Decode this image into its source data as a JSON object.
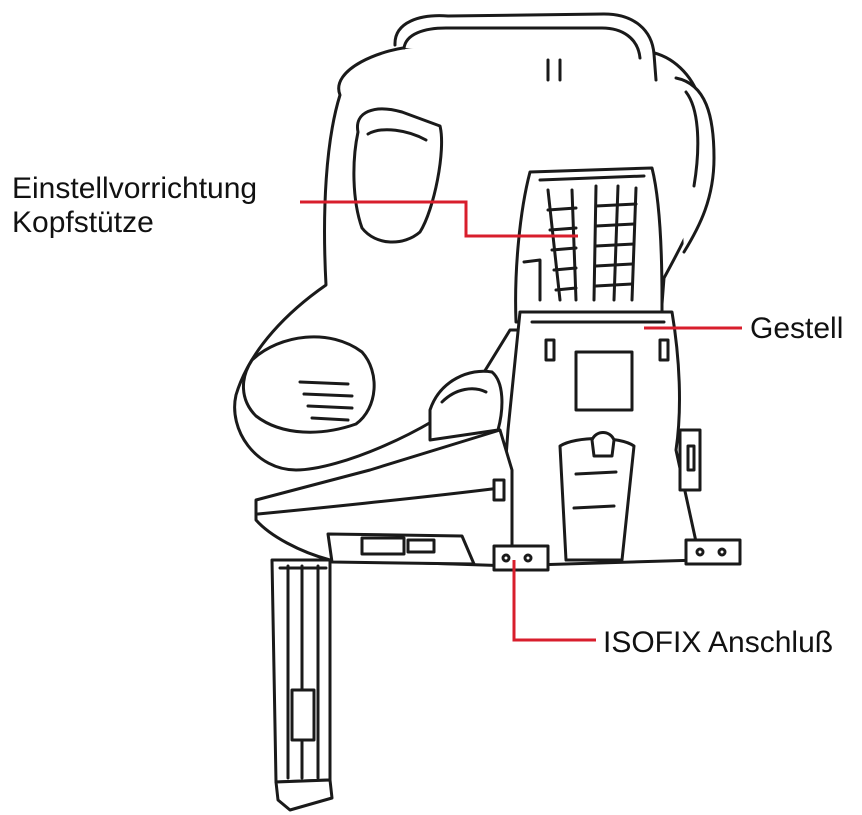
{
  "callouts": {
    "headrest_adjuster": {
      "line1": "Einstellvorrichtung",
      "line2": "Kopfstütze"
    },
    "frame": "Gestell",
    "isofix": "ISOFIX Anschluß"
  },
  "colors": {
    "leader_line": "#d81e2c",
    "outline": "#1a1a1a",
    "fill": "#ffffff"
  }
}
